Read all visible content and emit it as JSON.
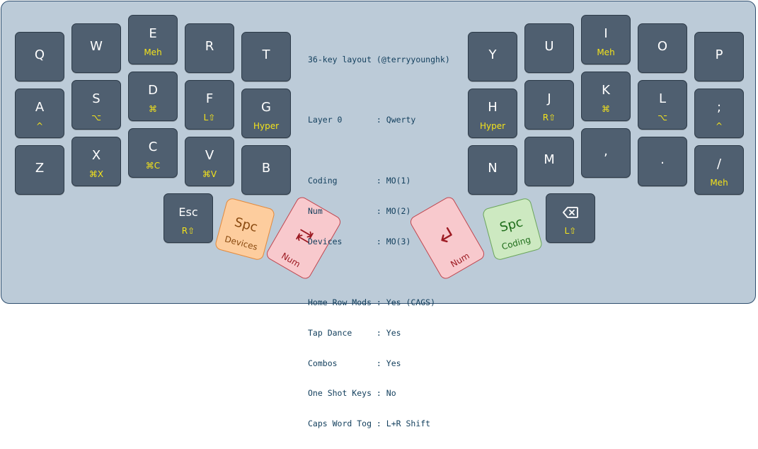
{
  "info": {
    "title": "36-key layout (@terryyounghk)",
    "lines": [
      "",
      "Layer 0       : Qwerty",
      "",
      "Coding        : MO(1)",
      "Num           : MO(2)",
      "Devices       : MO(3)",
      "",
      "Home Row Mods : Yes (CAGS)",
      "Tap Dance     : Yes",
      "Combos        : Yes",
      "One Shot Keys : No",
      "Caps Word Tog : L+R Shift"
    ]
  },
  "keys": {
    "q": {
      "main": "Q",
      "sub": ""
    },
    "w": {
      "main": "W",
      "sub": ""
    },
    "e": {
      "main": "E",
      "sub": "Meh"
    },
    "r": {
      "main": "R",
      "sub": ""
    },
    "t": {
      "main": "T",
      "sub": ""
    },
    "a": {
      "main": "A",
      "sub": "^"
    },
    "s": {
      "main": "S",
      "sub": "⌥"
    },
    "d": {
      "main": "D",
      "sub": "⌘"
    },
    "f": {
      "main": "F",
      "sub": "L⇧"
    },
    "g": {
      "main": "G",
      "sub": "Hyper"
    },
    "z": {
      "main": "Z",
      "sub": ""
    },
    "x": {
      "main": "X",
      "sub": "⌘X"
    },
    "c": {
      "main": "C",
      "sub": "⌘C"
    },
    "v": {
      "main": "V",
      "sub": "⌘V"
    },
    "b": {
      "main": "B",
      "sub": ""
    },
    "y": {
      "main": "Y",
      "sub": ""
    },
    "u": {
      "main": "U",
      "sub": ""
    },
    "i": {
      "main": "I",
      "sub": "Meh"
    },
    "o": {
      "main": "O",
      "sub": ""
    },
    "p": {
      "main": "P",
      "sub": ""
    },
    "h": {
      "main": "H",
      "sub": "Hyper"
    },
    "j": {
      "main": "J",
      "sub": "R⇧"
    },
    "k": {
      "main": "K",
      "sub": "⌘"
    },
    "l": {
      "main": "L",
      "sub": "⌥"
    },
    "semi": {
      "main": ";",
      "sub": "^"
    },
    "n": {
      "main": "N",
      "sub": ""
    },
    "m": {
      "main": "M",
      "sub": ""
    },
    "comma": {
      "main": ",",
      "sub": ""
    },
    "dot": {
      "main": ".",
      "sub": ""
    },
    "slash": {
      "main": "/",
      "sub": "Meh"
    },
    "esc": {
      "main": "Esc",
      "sub": "R⇧"
    },
    "bksp": {
      "icon": "backspace-icon",
      "sub": "L⇧"
    }
  },
  "thumbs": {
    "spc_devices": {
      "main": "Spc",
      "sub": "Devices"
    },
    "tab_num": {
      "icon": "tab-icon",
      "sub": "Num"
    },
    "enter_num": {
      "icon": "enter-icon",
      "sub": "Num"
    },
    "spc_coding": {
      "main": "Spc",
      "sub": "Coding"
    }
  },
  "colors": {
    "background": "#bccbd8",
    "key": "#4f5f70",
    "hold_label": "#f4e31b",
    "orange": "#fdcd9e",
    "red": "#f8c9cd",
    "green": "#cde9c1",
    "info_text": "#14405e"
  }
}
